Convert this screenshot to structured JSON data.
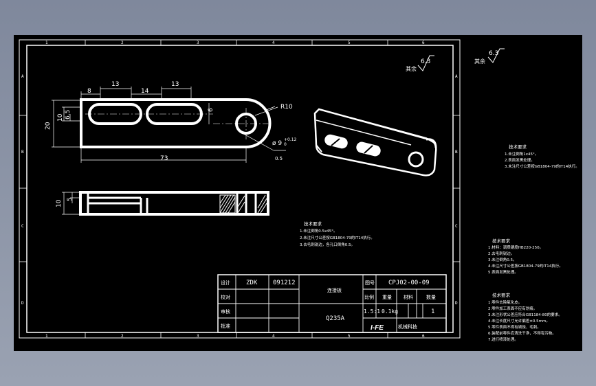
{
  "border_numbers": {
    "top": [
      "1",
      "2",
      "3",
      "4",
      "5",
      "6"
    ],
    "bottom": [
      "1",
      "2",
      "3",
      "4",
      "5",
      "6"
    ],
    "left": [
      "A",
      "B",
      "C",
      "D"
    ],
    "right": [
      "A",
      "B",
      "C",
      "D"
    ]
  },
  "front_view": {
    "dims": {
      "d8": "8",
      "d13a": "13",
      "d14": "14",
      "d13b": "13",
      "d6": "6",
      "r10": "R10",
      "d65": "6.5",
      "d10": "10",
      "d20": "20",
      "d73": "73",
      "hole": "ø 9",
      "tol_upper": "+0.12",
      "tol_lower": "0",
      "chamfer": "0.5"
    }
  },
  "side_view": {
    "dims": {
      "d5": "5",
      "d10": "10"
    }
  },
  "roughness": {
    "main_value": "6.3",
    "main_label": "其余",
    "margin_value": "6.3",
    "margin_label": "其余"
  },
  "tech_notes": {
    "center": [
      "技术要求",
      "1.未注倒角0.5x45°。",
      "2.未注尺寸公差按GB1804-79的IT14执行。",
      "3.去毛刺锐边，各孔口倒角0.5。"
    ],
    "margin_1": [
      "技术要求",
      "1.未注倒角1x45°。",
      "2.表面发黑处理。",
      "3.未注尺寸公差按GB1804-79的IT14执行。"
    ],
    "margin_2": [
      "技术要求",
      "1.材料：调质硬度HB220-250。",
      "2.去毛刺锐边。",
      "3.未注倒角0.5。",
      "4.未注尺寸公差按GB1804-79的IT14执行。",
      "5.表面发黑处理。"
    ],
    "margin_3": [
      "技术要求",
      "1.零件去除氧化皮。",
      "2.零件加工表面不应有划痕。",
      "3.未注形状公差应符合GB1184-80的要求。",
      "4.未注长度尺寸允许偏差±0.5mm。",
      "5.零件表面不得有锈蚀、毛刺。",
      "6.装配前零件应清洗干净，不得有污物。",
      "7.进行喷漆处理。"
    ]
  },
  "title_block": {
    "row_design": "设计",
    "designer": "ZDK",
    "design_date": "091212",
    "row_check": "校对",
    "row_review": "审核",
    "row_approve": "批准",
    "part_name": "连接板",
    "drawing_no_label": "图号",
    "drawing_no": "CPJ02-00-09",
    "scale_label": "比例",
    "weight_label": "重量",
    "material_label": "材料",
    "qty_label": "数量",
    "scale": "1.5:1",
    "weight": "0.1kg",
    "qty": "1",
    "material": "Q235A",
    "company_logo": "I-FE",
    "company": "机械科技"
  }
}
